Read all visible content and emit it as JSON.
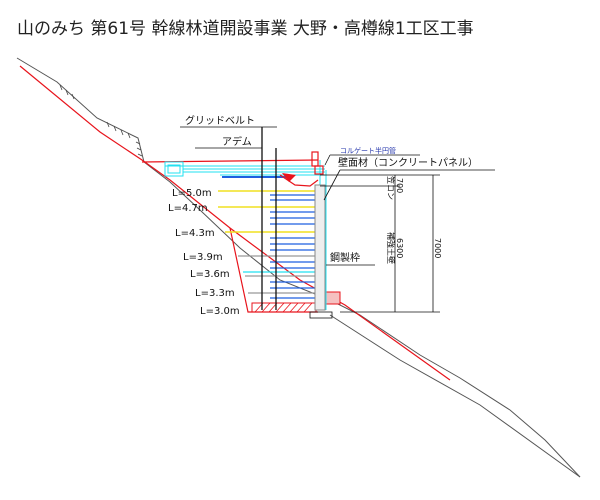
{
  "title": "山のみち 第61号 幹線林道開設事業 大野・高樽線1工区工事",
  "colors": {
    "ground": "#555555",
    "design": "#e8141c",
    "cyan": "#22e0f0",
    "blue": "#1e5fe0",
    "yellow": "#f0e020",
    "grey": "#999999",
    "black": "#111111"
  },
  "labels": {
    "grid_belt": "グリッドベルト",
    "adem": "アデム",
    "corrugated_pipe": "コルゲート半円管",
    "wall_facing": "壁面材（コンクリートパネル）",
    "steel_frame": "鋼製枠"
  },
  "dimensions": {
    "kasa_label": "笠コン",
    "kasa_value": "700",
    "wall_label": "補強土壁",
    "wall_value": "6300",
    "total_value": "7000"
  },
  "reinforcement_lengths": [
    {
      "label": "L=5.0m",
      "color": "yellow"
    },
    {
      "label": "L=4.7m",
      "color": "yellow"
    },
    {
      "label": "L=4.3m",
      "color": "yellow"
    },
    {
      "label": "L=3.9m",
      "color": "grey"
    },
    {
      "label": "L=3.6m",
      "color": "cyan"
    },
    {
      "label": "L=3.3m",
      "color": "grey"
    },
    {
      "label": "L=3.0m",
      "color": "grey"
    }
  ]
}
